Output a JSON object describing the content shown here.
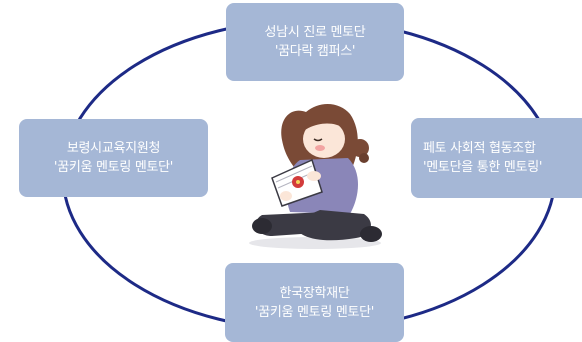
{
  "diagram": {
    "colors": {
      "node_fill": "#a5b7d6",
      "node_text": "#ffffff",
      "ring": "#1d2a86"
    },
    "nodes": {
      "top": {
        "line1": "성남시 진로 멘토단",
        "line2": "'꿈다락 캠퍼스'"
      },
      "left": {
        "line1": "보령시교육지원청",
        "line2": "'꿈키움 멘토링 멘토단'"
      },
      "right": {
        "line1": "페토 사회적 협동조합",
        "line2": "'멘토단을 통한 멘토링'"
      },
      "bottom": {
        "line1": "한국장학재단",
        "line2": "'꿈키움 멘토링 멘토단'"
      }
    },
    "illustration": "girl-reading-notebook"
  }
}
